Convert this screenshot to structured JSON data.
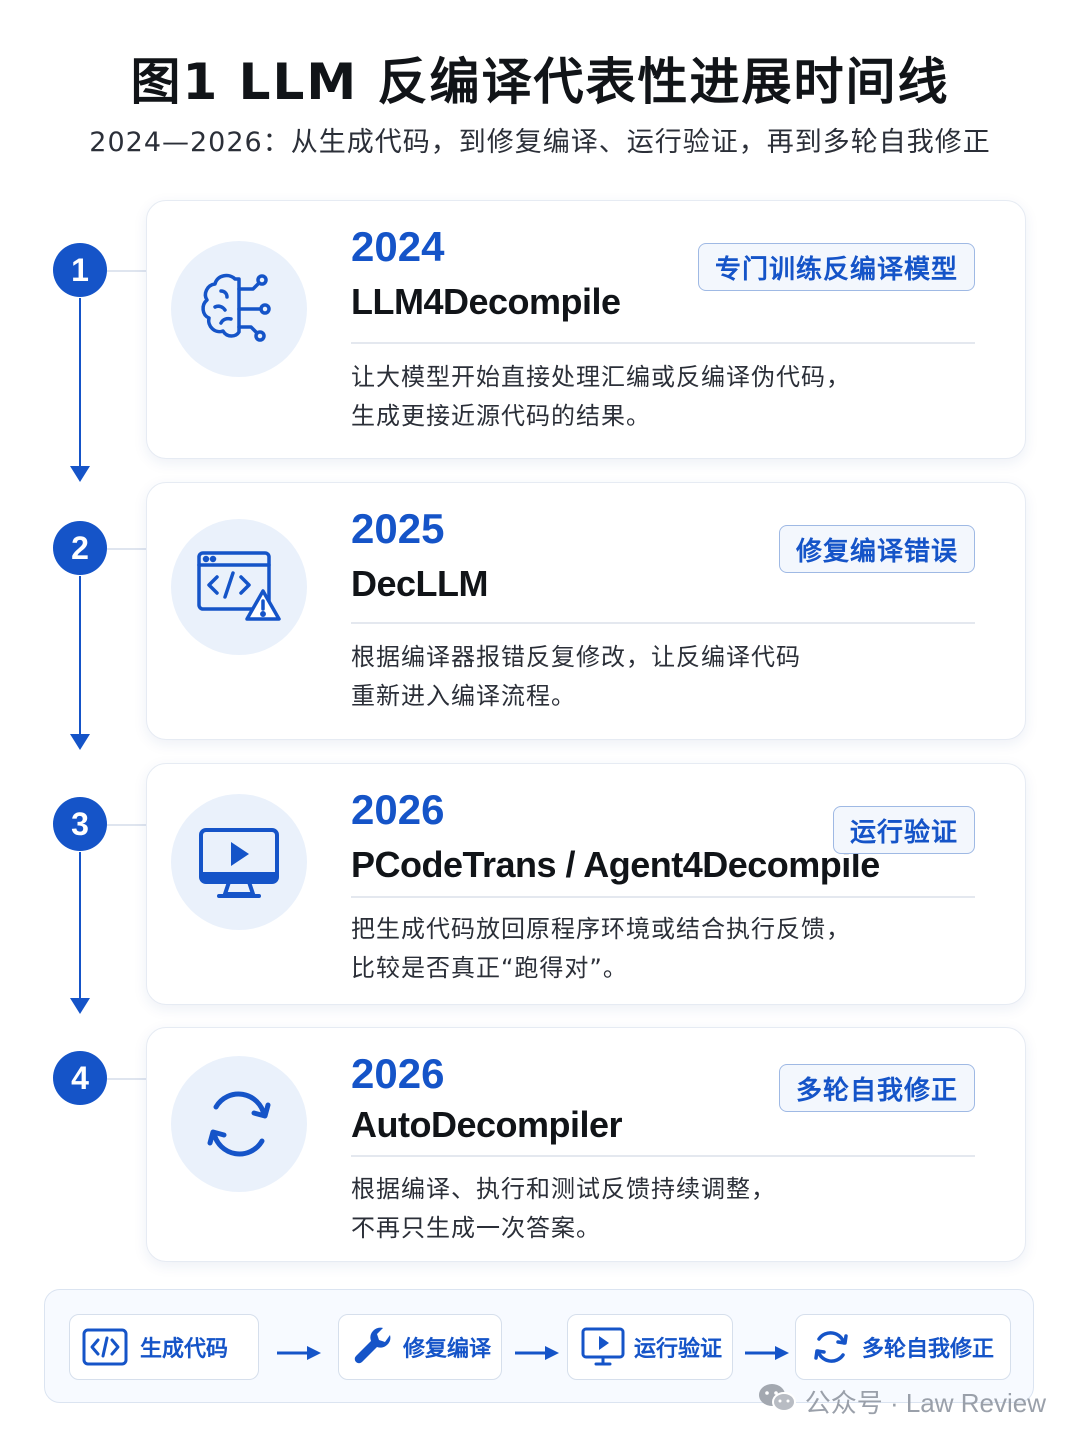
{
  "title": "图1  LLM 反编译代表性进展时间线",
  "subtitle": "2024—2026：从生成代码，到修复编译、运行验证，再到多轮自我修正",
  "accent_color": "#1554c8",
  "timeline": [
    {
      "number": "1",
      "year": "2024",
      "name": "LLM4Decompile",
      "tag": "专门训练反编译模型",
      "icon": "brain-circuit-icon",
      "desc_lines": [
        "让大模型开始直接处理汇编或反编译伪代码，",
        "生成更接近源代码的结果。"
      ]
    },
    {
      "number": "2",
      "year": "2025",
      "name": "DecLLM",
      "tag": "修复编译错误",
      "icon": "code-window-warning-icon",
      "desc_lines": [
        "根据编译器报错反复修改，让反编译代码",
        "重新进入编译流程。"
      ]
    },
    {
      "number": "3",
      "year": "2026",
      "name": "PCodeTrans / Agent4Decompile",
      "tag": "运行验证",
      "icon": "monitor-play-icon",
      "desc_lines": [
        "把生成代码放回原程序环境或结合执行反馈，",
        "比较是否真正“跑得对”。"
      ]
    },
    {
      "number": "4",
      "year": "2026",
      "name": "AutoDecompiler",
      "tag": "多轮自我修正",
      "icon": "refresh-cycle-icon",
      "desc_lines": [
        "根据编译、执行和测试反馈持续调整，",
        "不再只生成一次答案。"
      ]
    }
  ],
  "flow": [
    {
      "label": "生成代码",
      "icon": "code-icon"
    },
    {
      "label": "修复编译",
      "icon": "wrench-icon"
    },
    {
      "label": "运行验证",
      "icon": "monitor-play-icon"
    },
    {
      "label": "多轮自我修正",
      "icon": "refresh-icon"
    }
  ],
  "watermark": "公众号 · Law Review"
}
